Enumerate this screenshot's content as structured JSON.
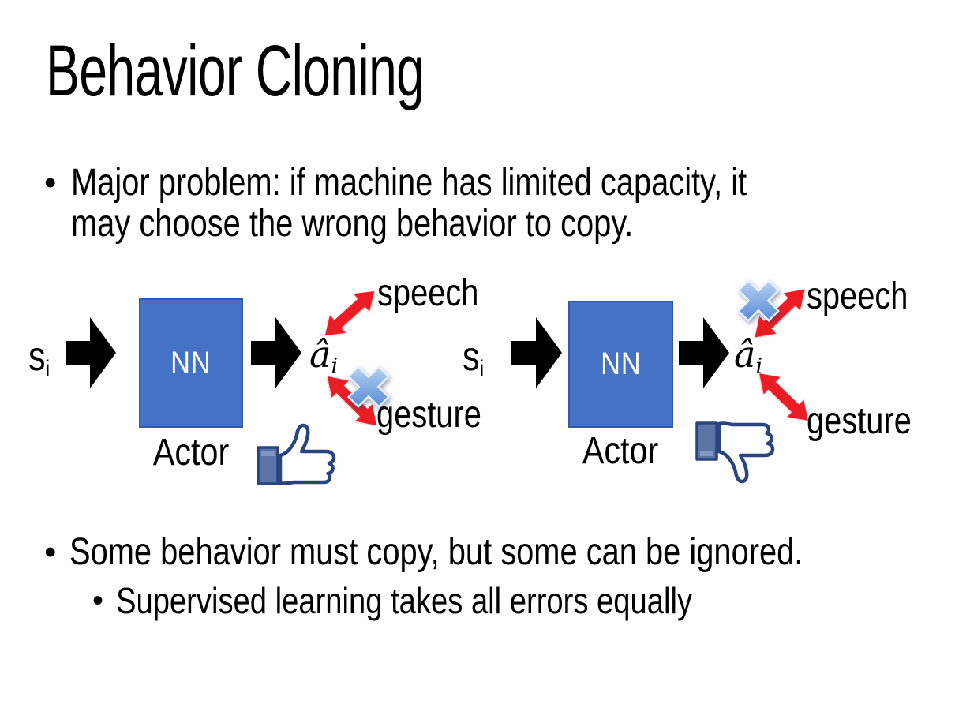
{
  "slide": {
    "title": "Behavior Cloning",
    "bullet_char": "•",
    "bullets": {
      "b1_line1": "Major problem: if machine has limited capacity, it",
      "b1_line2": "may choose the wrong behavior to copy.",
      "b2": "Some behavior must copy, but some can be ignored.",
      "b2_sub": "Supervised learning takes all errors equally"
    }
  },
  "diagram": {
    "input_base": "s",
    "input_sub": "i",
    "nn_label": "NN",
    "actor_label": "Actor",
    "output_base": "â",
    "output_sub": "i",
    "speech_label": "speech",
    "gesture_label": "gesture",
    "left": {
      "crossed_out": "gesture",
      "feedback": "thumbs-up"
    },
    "right": {
      "crossed_out": "speech",
      "feedback": "thumbs-down"
    },
    "colors": {
      "nn_fill": "#4472C4",
      "nn_border": "#35599F",
      "arrow_black": "#000000",
      "arrow_red": "#EC1C24",
      "cross_light": "#CfE2F7",
      "cross_dark": "#3F7AD1",
      "cross_stroke": "#EAF2FB",
      "thumb_outline": "#29447E",
      "thumb_hand": "#FFFFFF",
      "thumb_cuff": "#5B74A8",
      "thumb_cuff_hi": "#8FA3CC"
    }
  }
}
